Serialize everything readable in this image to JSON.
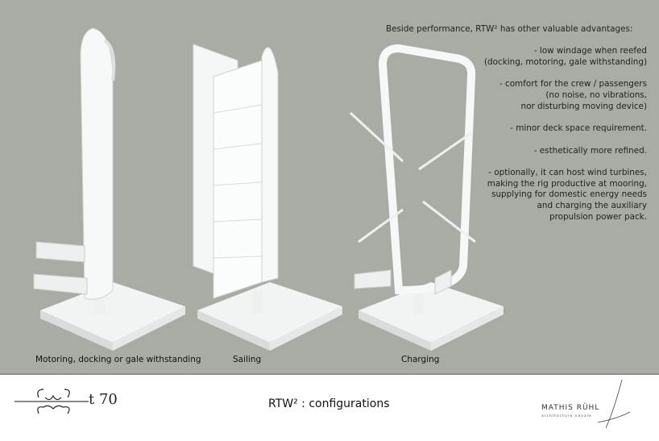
{
  "captions": [
    "Motoring, docking or gale withstanding",
    "Sailing",
    "Charging"
  ],
  "advantages": {
    "title": "Beside performance, RTW² has other valuable advantages:",
    "items": [
      "- low windage when reefed\n(docking, motoring, gale withstanding)",
      "- comfort for the crew / passengers\n(no noise, no vibrations,\nnor disturbing moving device)",
      "- minor deck space requirement.",
      "- esthetically more refined.",
      "- optionally, it can host wind turbines,\nmaking the rig productive at mooring,\nsupplying for domestic energy needs\nand charging the auxiliary\npropulsion power pack."
    ]
  },
  "footer": {
    "title": "RTW² : configurations",
    "left_logo_text": "t 70",
    "right_logo_name": "MATHIS RÜHL",
    "right_logo_sub": "architecture navale"
  },
  "colors": {
    "background": "#a9aca5",
    "footer": "#ffffff",
    "render": "#f4f6f6"
  }
}
